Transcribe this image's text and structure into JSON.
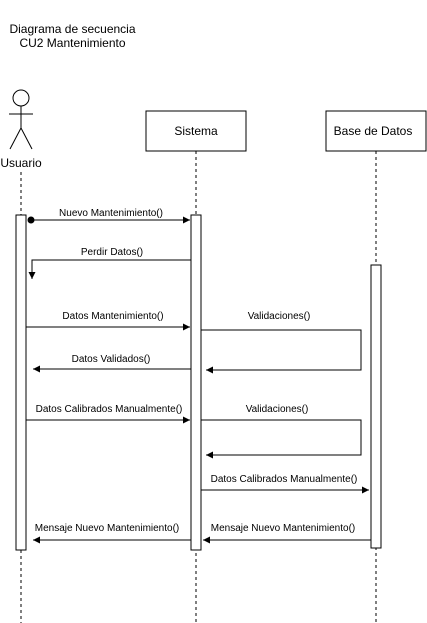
{
  "diagram": {
    "title_line1": "Diagrama de secuencia",
    "title_line2": "CU2 Mantenimiento"
  },
  "participants": {
    "actor": "Usuario",
    "system": "Sistema",
    "database": "Base de Datos"
  },
  "messages": {
    "m1": "Nuevo Mantenimiento()",
    "m2": "Perdir Datos()",
    "m3": "Datos Mantenimiento()",
    "m4": "Validaciones()",
    "m5": "Datos Validados()",
    "m6": "Datos Calibrados Manualmente()",
    "m7": "Validaciones()",
    "m8": "Datos Calibrados Manualmente()",
    "m9": "Mensaje Nuevo Mantenimiento()",
    "m10": "Mensaje Nuevo Mantenimiento()"
  }
}
